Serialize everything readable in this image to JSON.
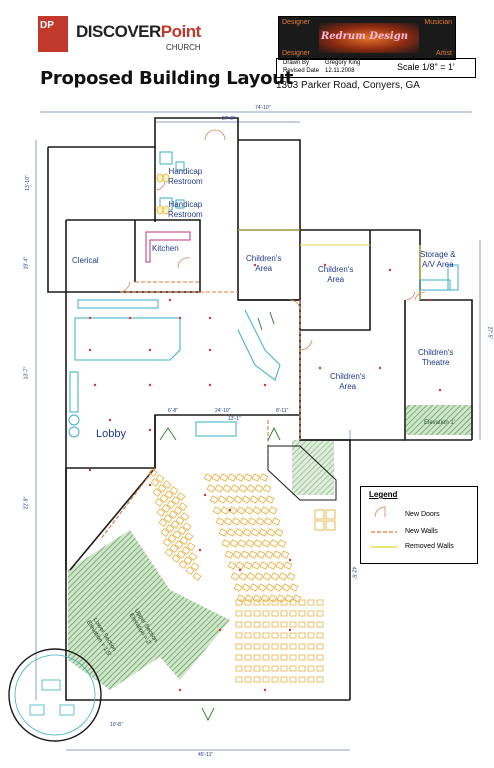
{
  "logo": {
    "mark": "DP",
    "name_a": "DISCOVER",
    "name_b": "Point",
    "sub": "CHURCH"
  },
  "title": "Proposed Building Layout",
  "badge": {
    "brand": "Redrum Design",
    "designer": "Designer",
    "musician": "Musician",
    "designer2": "Designer",
    "artist": "Artist"
  },
  "title_block": {
    "drawn_by_label": "Drawn By",
    "drawn_by": "Gregory King",
    "revised_label": "Revised Date",
    "revised": "12.11.2008",
    "scale": "Scale 1/8\" = 1'"
  },
  "address": "1303 Parker Road, Conyers, GA",
  "rooms": {
    "handicap_1": "Handicap\nRestroom",
    "handicap_2": "Handicap\nRestroom",
    "clerical": "Clerical",
    "kitchen": "Kitchen",
    "childrens_1": "Children's\nArea",
    "childrens_2": "Children's\nArea",
    "storage": "Storage &\nA/V Area",
    "childrens_3": "Children's\nArea",
    "theatre": "Children's\nTheatre",
    "elevation": "Elevation 1'",
    "lobby": "Lobby",
    "upper": "Upper Section\nElevation = 2'",
    "lower": "Lower Section\nElevation = 1.5'"
  },
  "legend": {
    "title": "Legend",
    "items": [
      "New Doors",
      "New Walls",
      "Removed Walls"
    ]
  },
  "dims": {
    "top": "74'-10\"",
    "upper": "27'-6\"",
    "bottom": "45'-11\"",
    "right1": "27'-5\"",
    "right2": "42'-5\"",
    "left1": "13'-10\"",
    "left2": "19'-4\"",
    "left3": "13'-7\"",
    "left4": "22'-9\"",
    "stage1": "6'-8\"",
    "stage2": "24'-10\"",
    "stage3": "8'-11\"",
    "stage4": "13'-1\"",
    "corner": "10'-8\""
  },
  "colors": {
    "wall": "#1a1a1a",
    "new_wall": "#e07a3a",
    "removed_wall": "#e8d84a",
    "door": "#e08060",
    "seat": "#e8b040",
    "hatch": "#4a8a4a",
    "furniture": "#3ab0c8",
    "dim": "#1f3a8a",
    "accent": "#c0392b"
  }
}
